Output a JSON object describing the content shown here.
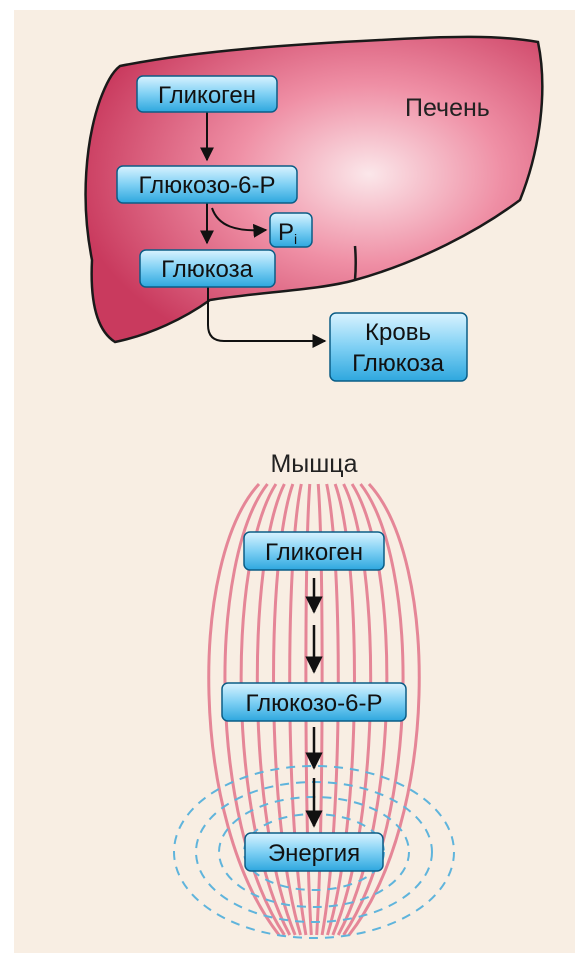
{
  "liver": {
    "label": "Печень",
    "glycogen": "Гликоген",
    "g6p": "Глюкозо-6-P",
    "glucose": "Глюкоза",
    "pi_main": "P",
    "pi_sub": "i",
    "blood_line1": "Кровь",
    "blood_line2": "Глюкоза"
  },
  "muscle": {
    "label": "Мышца",
    "glycogen": "Гликоген",
    "g6p": "Глюкозо-6-P",
    "energy": "Энергия"
  },
  "colors": {
    "background": "#f8eee3",
    "liver_fill": "#d94a6c",
    "box_fill": "#3fb3e3",
    "fiber": "#e27a8e",
    "energy_rings": "#5fb4dc",
    "arrow": "#111111"
  }
}
